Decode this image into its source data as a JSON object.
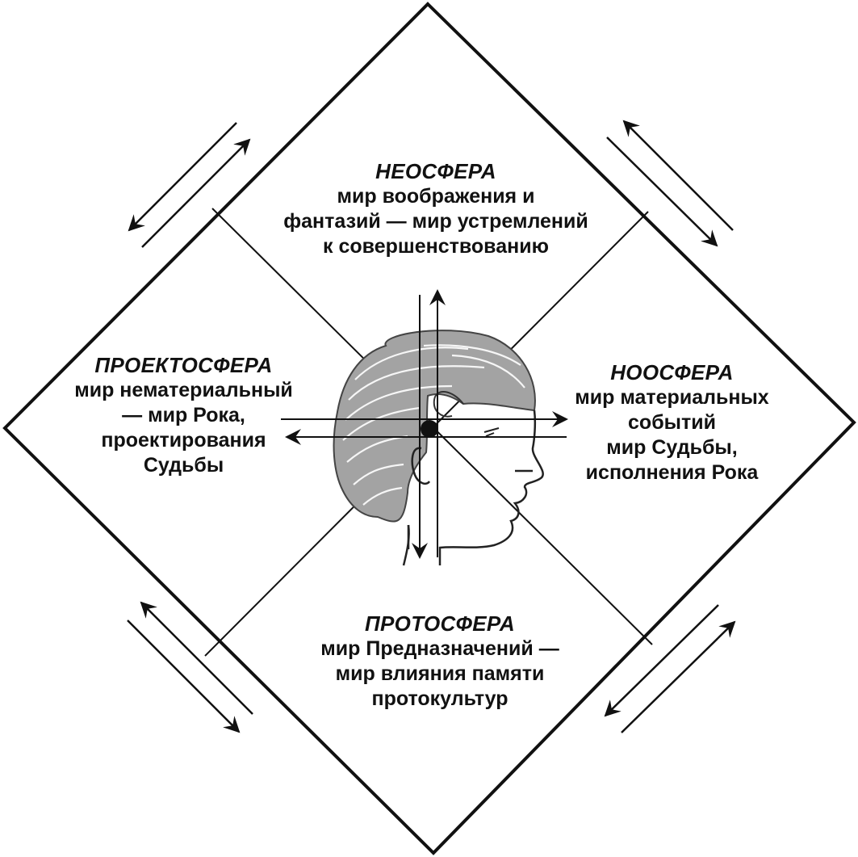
{
  "colors": {
    "ink": "#111111",
    "hair": "#9a9a9a",
    "background": "#ffffff"
  },
  "icons": {
    "center": "human-head-profile-icon",
    "arrows": "double-arrow-icon"
  },
  "spheres": {
    "top": {
      "title": "НЕОСФЕРА",
      "lines": [
        "мир воображения и",
        "фантазий — мир устремлений",
        "к совершенствованию"
      ]
    },
    "left": {
      "title": "ПРОЕКТОСФЕРА",
      "lines": [
        "мир нематериальный",
        "— мир Рока,",
        "проектирования",
        "Судьбы"
      ]
    },
    "right": {
      "title": "НООСФЕРА",
      "lines": [
        "мир материальных",
        "событий",
        "мир Судьбы,",
        "исполнения Рока"
      ]
    },
    "bottom": {
      "title": "ПРОТОСФЕРА",
      "lines": [
        "мир Предназначений —",
        "мир влияния памяти",
        "протокультур"
      ]
    }
  }
}
